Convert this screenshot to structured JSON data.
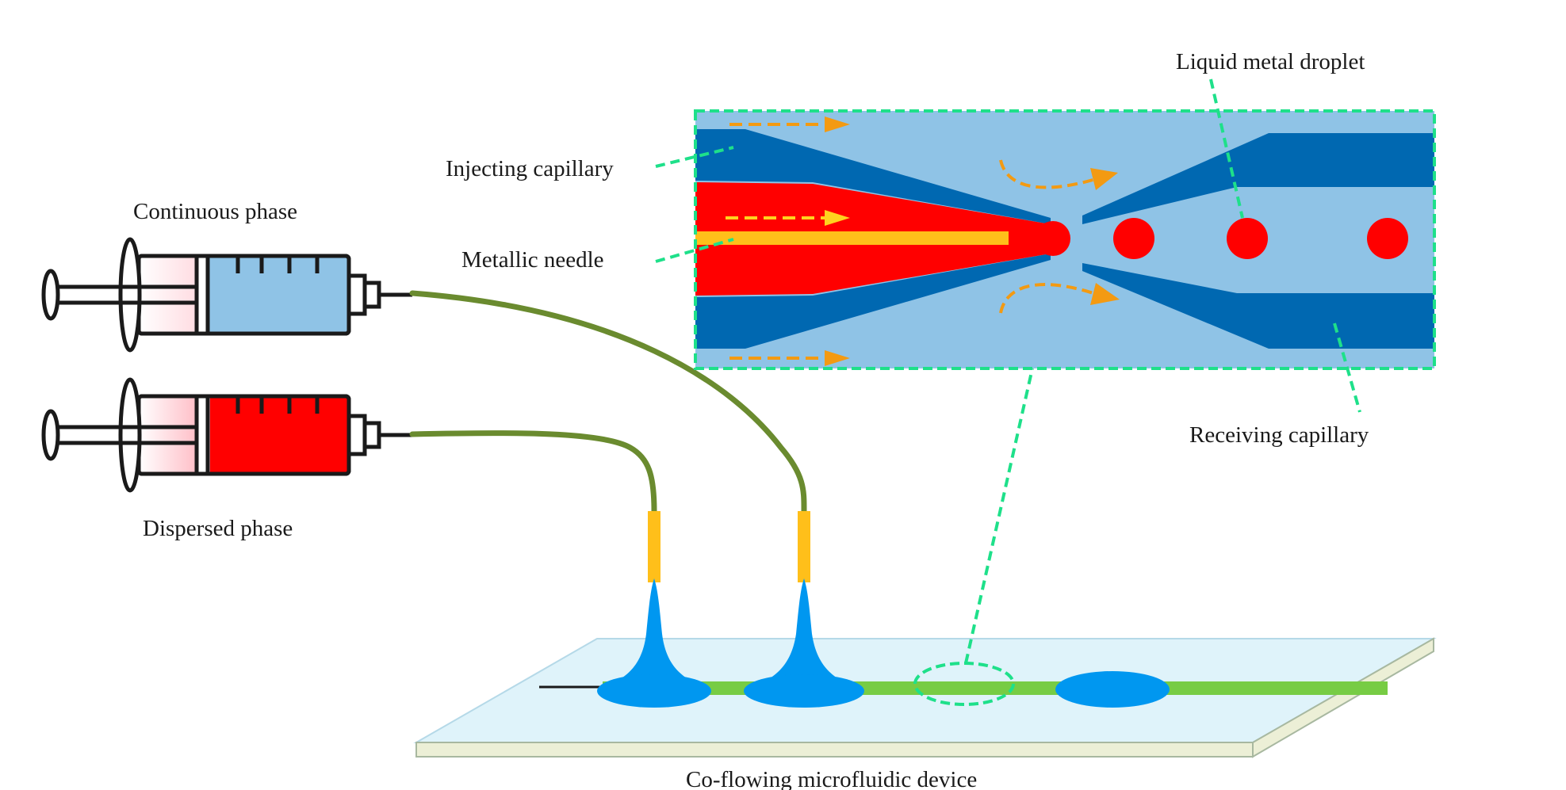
{
  "labels": {
    "continuous_phase": "Continuous phase",
    "dispersed_phase": "Dispersed phase",
    "injecting_capillary": "Injecting capillary",
    "metallic_needle": "Metallic needle",
    "liquid_metal_droplet": "Liquid metal droplet",
    "receiving_capillary": "Receiving capillary",
    "device": "Co-flowing microfluidic device"
  },
  "colors": {
    "continuous_fluid": "#8fc3e6",
    "dispersed_fluid": "#ff0000",
    "capillary_wall": "#0068b1",
    "needle": "#ffb700",
    "flow_arrow_outer": "#f39a12",
    "flow_arrow_inner": "#ffd21f",
    "callout_line": "#1ee08a",
    "tubing": "#6a8b2f",
    "channel": "#77cc44",
    "chip": "#dff3fa",
    "glue": "#0097f0"
  },
  "icons": {
    "syringe_top": "syringe-icon",
    "syringe_bottom": "syringe-icon"
  }
}
